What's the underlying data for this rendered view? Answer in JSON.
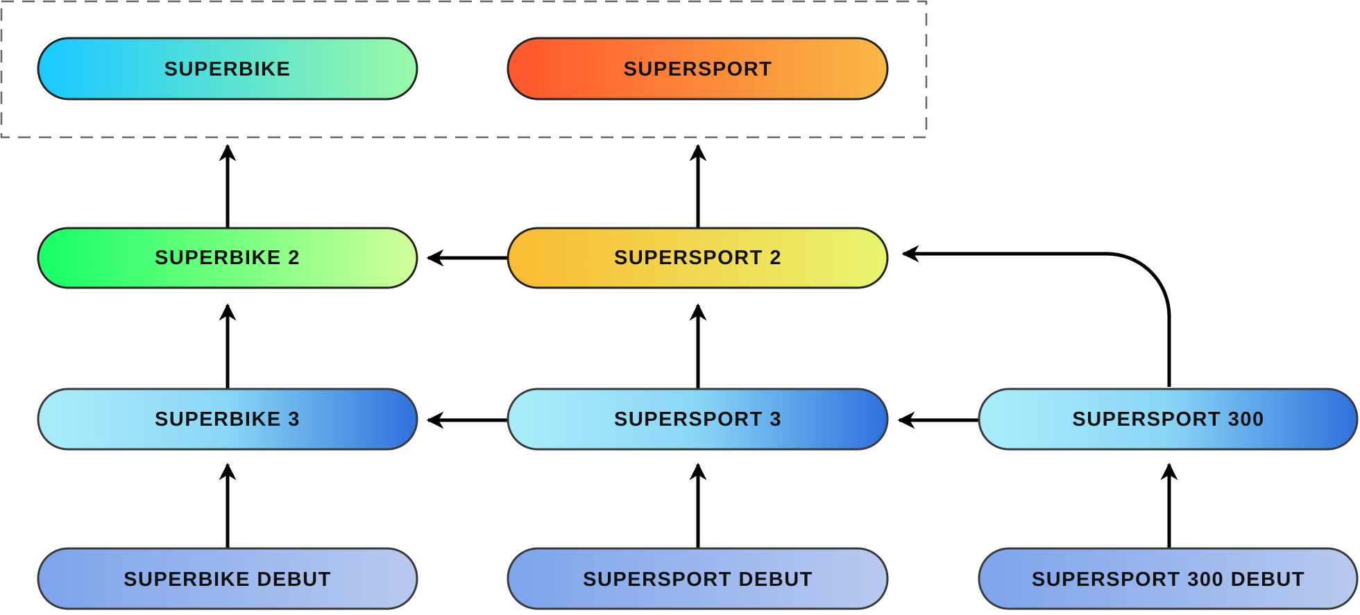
{
  "nodes": {
    "superbike": "SUPERBIKE",
    "supersport": "SUPERSPORT",
    "superbike_2": "SUPERBIKE 2",
    "supersport_2": "SUPERSPORT 2",
    "superbike_3": "SUPERBIKE 3",
    "supersport_3": "SUPERSPORT 3",
    "supersport_300": "SUPERSPORT 300",
    "superbike_debut": "SUPERBIKE DEBUT",
    "supersport_debut": "SUPERSPORT DEBUT",
    "supersport_300_debut": "SUPERSPORT 300 DEBUT"
  },
  "colors": {
    "superbike": [
      "#1ecbff",
      "#9afaa5"
    ],
    "supersport": [
      "#ff5a2e",
      "#f9b845"
    ],
    "superbike_2": [
      "#1dff66",
      "#d2ff9a"
    ],
    "supersport_2": [
      "#f9bd35",
      "#e8f56e"
    ],
    "tier3": [
      "#a8ecfb",
      "#2f70dc"
    ],
    "debut": [
      "#7fa6ec",
      "#b8c9ee"
    ]
  }
}
